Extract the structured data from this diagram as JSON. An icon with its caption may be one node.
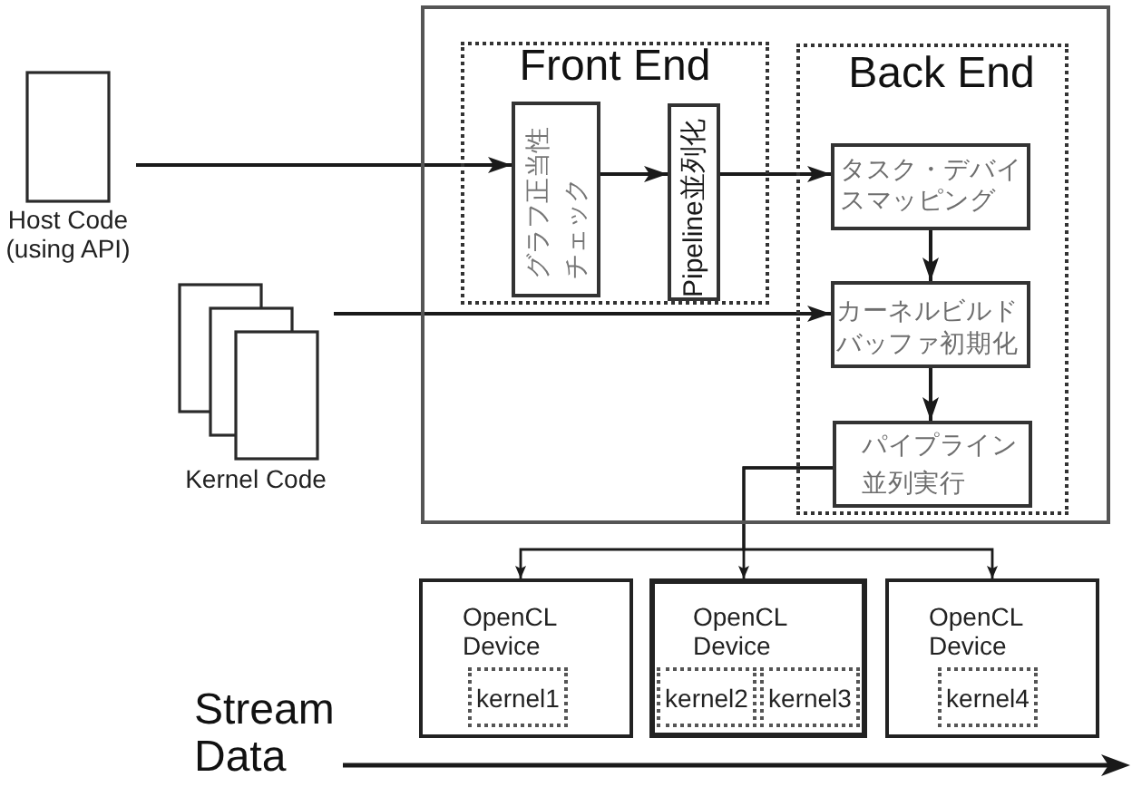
{
  "diagram": {
    "nodes": [
      {
        "text": [
          "Host Code (using API)"
        ]
      },
      {
        "text": [
          "Kernel Code"
        ]
      },
      {
        "text": [],
        "shape": "box"
      },
      {
        "text": [
          "Front End"
        ],
        "in": 2
      },
      {
        "text": [
          "グラフ正当性チェック"
        ],
        "in": 3
      },
      {
        "text": [
          "Pipeline並列化"
        ],
        "in": 3
      },
      {
        "text": [
          "Back End"
        ],
        "in": 2
      },
      {
        "text": [
          "タスク・デバイスマッピング"
        ],
        "in": 6
      },
      {
        "text": [
          "カーネルビルド",
          "バッファ初期化"
        ],
        "in": 6
      },
      {
        "text": [
          "パイプライン並列実行"
        ],
        "in": 6
      },
      {
        "text": [
          "OpenCL Device"
        ]
      },
      {
        "text": [
          "kernel1"
        ],
        "in": 10
      },
      {
        "text": [
          "OpenCL Device"
        ]
      },
      {
        "text": [
          "kernel2"
        ],
        "in": 12
      },
      {
        "text": [
          "kernel3"
        ],
        "in": 12
      },
      {
        "text": [
          "OpenCL Device"
        ]
      },
      {
        "text": [
          "kernel4"
        ],
        "in": 15
      }
    ],
    "edges": [
      {
        "from": 0,
        "to": 4,
        "arrow": "to"
      },
      {
        "from": 4,
        "to": 5,
        "arrow": "to"
      },
      {
        "from": 5,
        "to": 7,
        "arrow": "to"
      },
      {
        "from": 1,
        "to": 8,
        "arrow": "to"
      },
      {
        "from": 7,
        "to": 8,
        "arrow": "to"
      },
      {
        "from": 8,
        "to": 9,
        "arrow": "to"
      },
      {
        "from": 9,
        "to": 10,
        "arrow": "to"
      },
      {
        "from": 9,
        "to": 12,
        "arrow": "to"
      },
      {
        "from": 9,
        "to": 15,
        "arrow": "to"
      }
    ],
    "labels": [
      "Stream Data"
    ]
  }
}
